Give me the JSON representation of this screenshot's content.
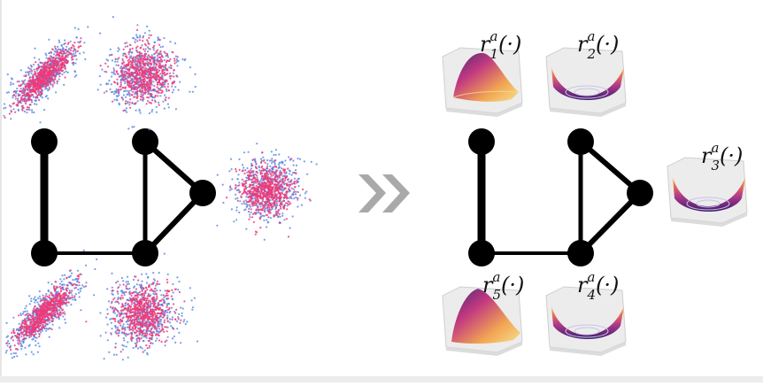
{
  "diagram": {
    "colors": {
      "edge": "#000000",
      "node": "#000000",
      "scatter_a": "#4a7fe0",
      "scatter_b": "#f03a78",
      "arrow": "#a9a9a9",
      "surface_high": "#f2c23a",
      "surface_mid": "#c0307a",
      "surface_low": "#3b1d6e",
      "panel_face": "#e9e9e9"
    },
    "graph_nodes": [
      "v1",
      "v2",
      "v3",
      "v4",
      "v5"
    ],
    "graph_edges": [
      [
        "v1",
        "v5"
      ],
      [
        "v5",
        "v4"
      ],
      [
        "v2",
        "v4"
      ],
      [
        "v2",
        "v3"
      ],
      [
        "v3",
        "v4"
      ]
    ],
    "arrow_icon": "double-chevron-right-icon",
    "labels": {
      "r1": {
        "base": "r",
        "sup": "a",
        "sub": "1",
        "arg": "(·)"
      },
      "r2": {
        "base": "r",
        "sup": "a",
        "sub": "2",
        "arg": "(·)"
      },
      "r3": {
        "base": "r",
        "sup": "a",
        "sub": "3",
        "arg": "(·)"
      },
      "r4": {
        "base": "r",
        "sup": "a",
        "sub": "4",
        "arg": "(·)"
      },
      "r5": {
        "base": "r",
        "sup": "a",
        "sub": "5",
        "arg": "(·)"
      }
    }
  }
}
